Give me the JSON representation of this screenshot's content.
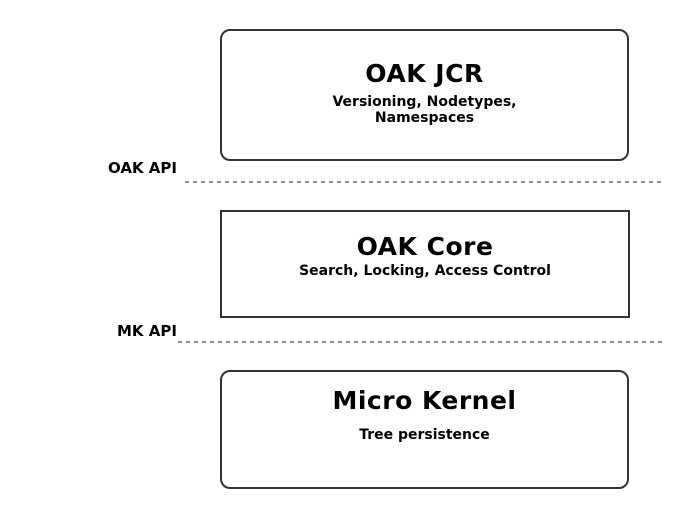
{
  "layers": [
    {
      "title": "OAK JCR",
      "subtitle_lines": [
        "Versioning, Nodetypes,",
        "Namespaces"
      ]
    },
    {
      "title": "OAK Core",
      "subtitle_lines": [
        "Search, Locking, Access Control"
      ]
    },
    {
      "title": "Micro Kernel",
      "subtitle_lines": [
        "Tree persistence"
      ]
    }
  ],
  "separators": [
    {
      "label": "OAK API"
    },
    {
      "label": "MK API"
    }
  ],
  "colors": {
    "border": "#333333",
    "dash": "#8a8a8a",
    "text": "#000000",
    "background": "#ffffff"
  }
}
